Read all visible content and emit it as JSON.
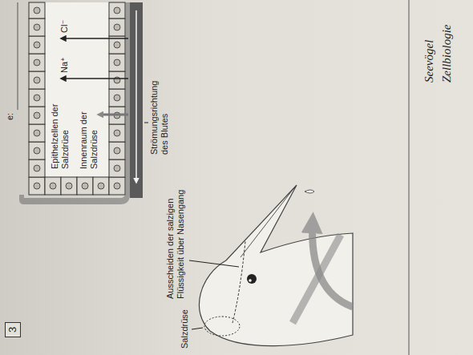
{
  "diagram": {
    "nodes": [
      {
        "text": [
          "3"
        ]
      }
    ],
    "labels": [
      "e:",
      "Salzdrüse",
      "Ausscheiden der salzigen Flüssigkeit über Nasengang",
      "Epithelzellen der Salzdrüse",
      "Innenraum der Salzdrüse",
      "Na⁺",
      "Cl⁻",
      "Strömungsrichtung des Blutes",
      "Seevögel",
      "Zellbiologie"
    ]
  }
}
